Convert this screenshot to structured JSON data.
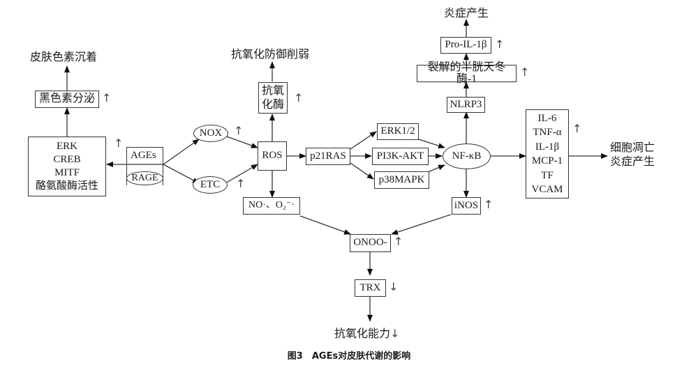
{
  "diagram": {
    "title": "图3　AGEs对皮肤代谢的影响",
    "nodes": {
      "skin_pigmentation": "皮肤色素沉着",
      "melanin_secretion": "黑色素分泌",
      "erk_group": [
        "ERK",
        "CREB",
        "MITF",
        "酪氨酸酶活性"
      ],
      "ages": "AGEs",
      "rage": "RAGE",
      "nox": "NOX",
      "etc": "ETC",
      "antioxidant_defense_weak": "抗氧化防御削弱",
      "antioxidant_enzyme": [
        "抗氧",
        "化酶"
      ],
      "ros": "ROS",
      "no_o2": "NO·、O₂⁻·",
      "p21ras": "p21RAS",
      "erk12": "ERK1/2",
      "pi3k_akt": "PI3K-AKT",
      "p38mapk": "p38MAPK",
      "nfkb": "NF-κB",
      "nlrp3": "NLRP3",
      "caspase1": "裂解的半胱天冬酶-1",
      "pro_il1b": "Pro-IL-1β",
      "inflammation_top": "炎症产生",
      "cytokines": [
        "IL-6",
        "TNF-α",
        "IL-1β",
        "MCP-1",
        "TF",
        "VCAM"
      ],
      "apoptosis": [
        "细胞凋亡",
        "炎症产生"
      ],
      "inos": "iNOS",
      "onoo": "ONOO-",
      "trx": "TRX",
      "antioxidant_capacity": "抗氧化能力"
    },
    "indicators": {
      "up": "↑",
      "down": "↓"
    }
  }
}
